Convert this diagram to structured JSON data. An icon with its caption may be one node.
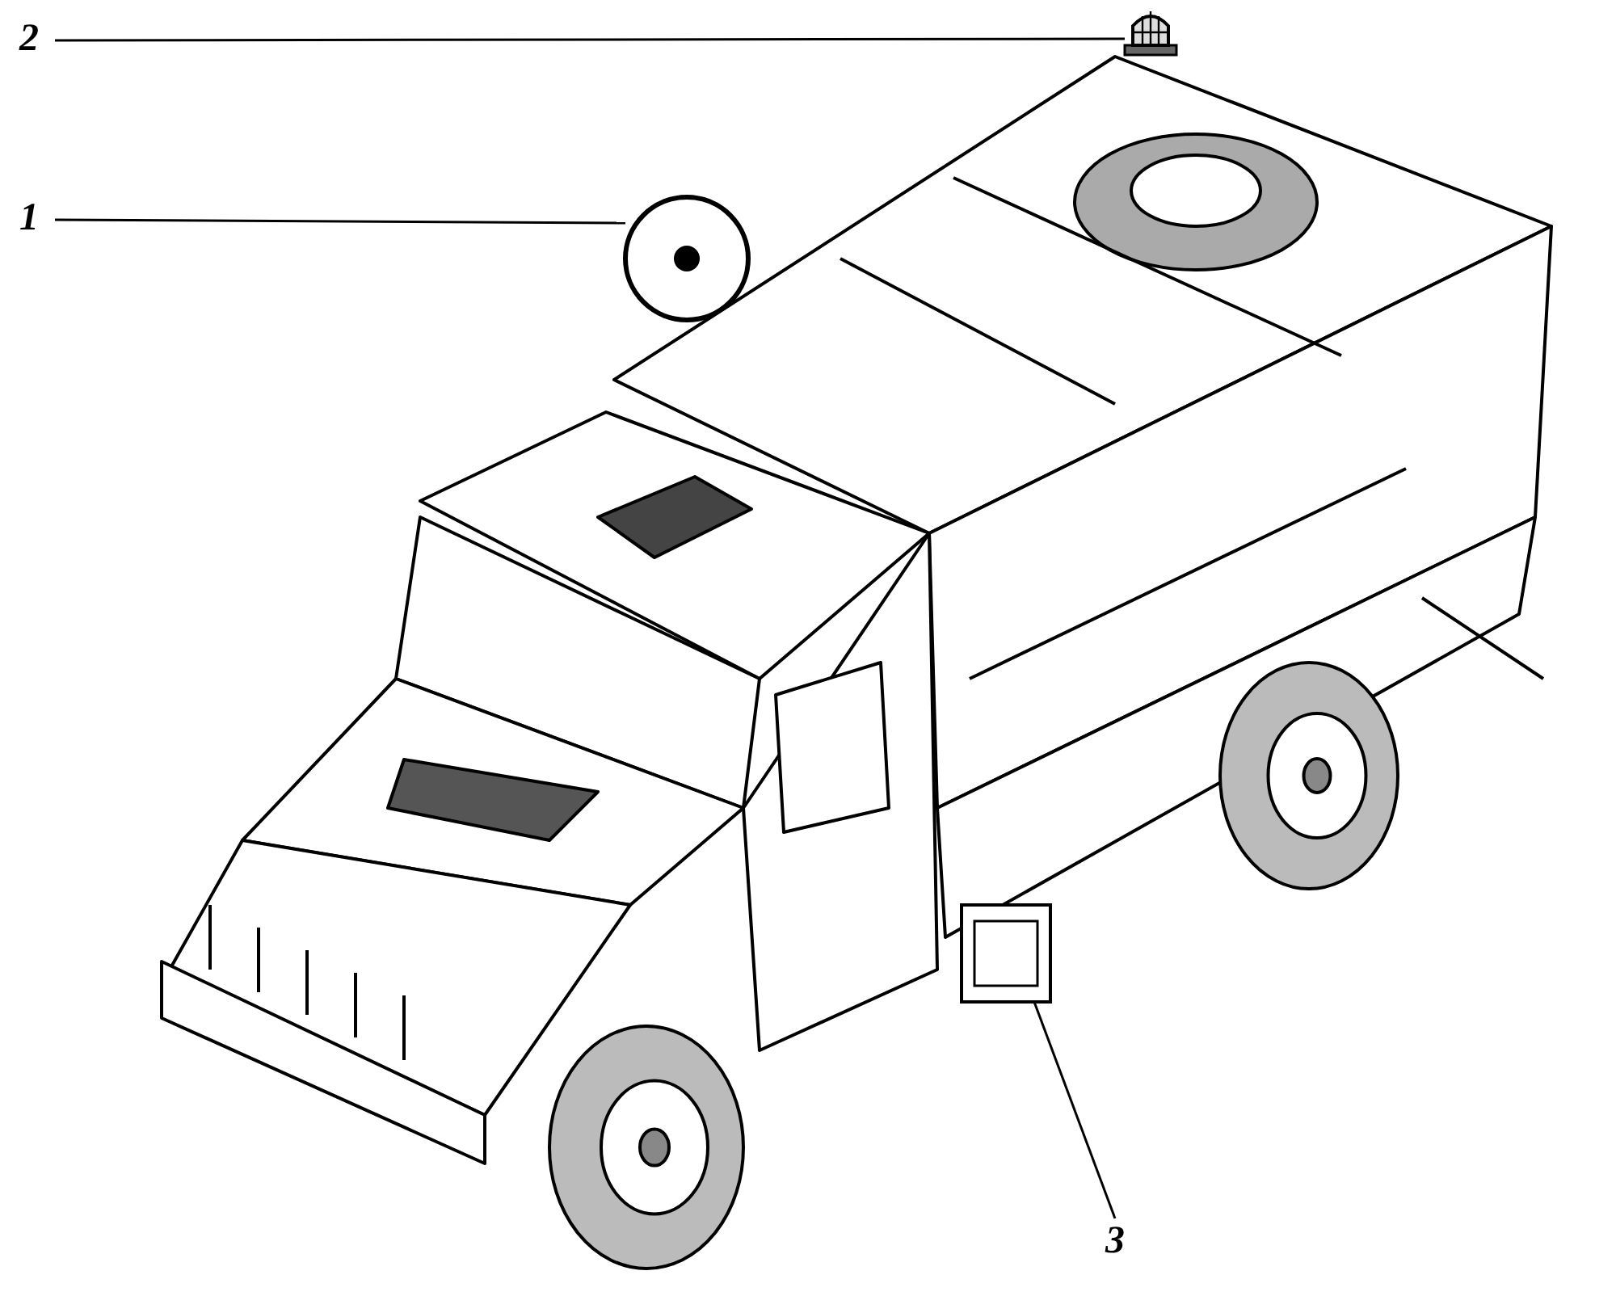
{
  "diagram": {
    "nodes": [
      {
        "text": [
          "2"
        ]
      },
      {
        "text": [],
        "shape": "picture"
      },
      {
        "text": [
          "1"
        ]
      },
      {
        "text": [],
        "shape": "picture"
      },
      {
        "text": [
          "3"
        ]
      },
      {
        "text": [],
        "shape": "picture"
      }
    ],
    "edges": [
      {
        "from": 0,
        "to": 1,
        "arrow": "none"
      },
      {
        "from": 2,
        "to": 3,
        "arrow": "none"
      },
      {
        "from": 4,
        "to": 5,
        "arrow": "none"
      }
    ]
  }
}
